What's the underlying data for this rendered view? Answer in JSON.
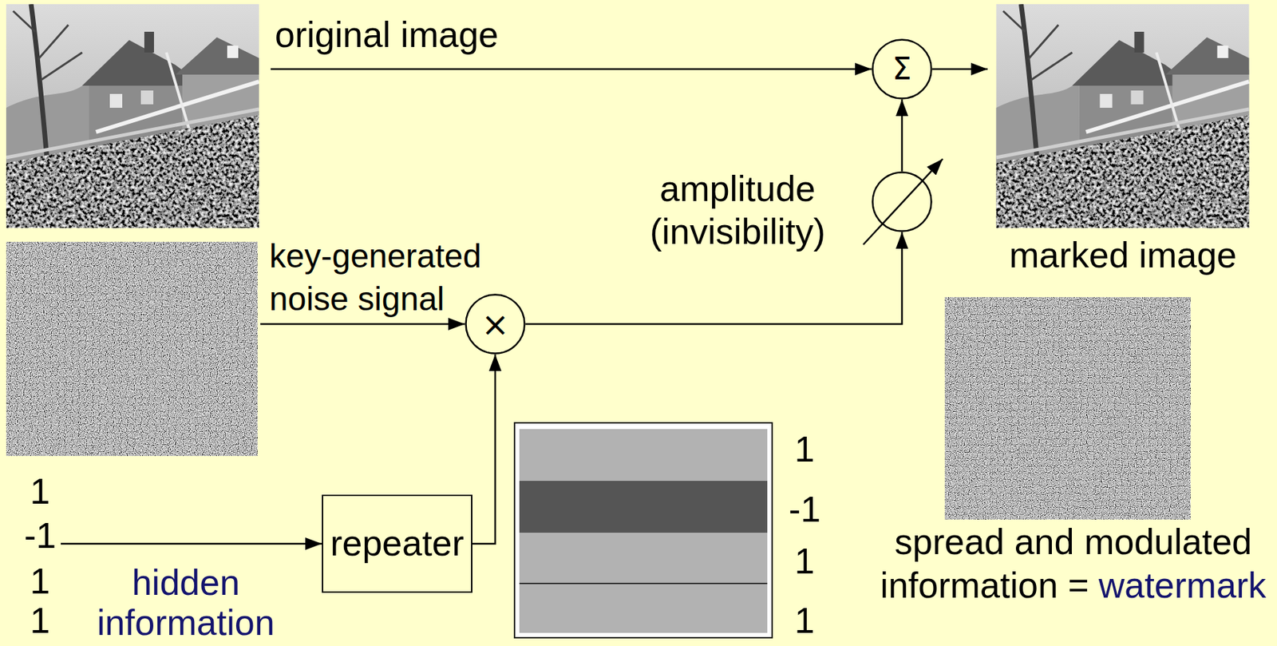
{
  "diagram": {
    "nodes": [
      {
        "text": [
          "Σ"
        ]
      },
      {
        "text": [
          "amplitude (invisibility)"
        ]
      },
      {
        "text": [
          "×"
        ]
      },
      {
        "text": [
          "repeater"
        ]
      }
    ],
    "edges": [
      {
        "from": 3,
        "to": 2,
        "arrow": "to"
      },
      {
        "from": 2,
        "to": 1,
        "arrow": "to"
      },
      {
        "from": 1,
        "to": 0,
        "arrow": "to"
      }
    ],
    "labels": [
      "original image",
      "key-generated noise signal",
      "marked image",
      "1",
      "-1",
      "1",
      "1",
      "hidden information",
      "1",
      "-1",
      "1",
      "1",
      "spread and modulated information =",
      "watermark"
    ]
  }
}
